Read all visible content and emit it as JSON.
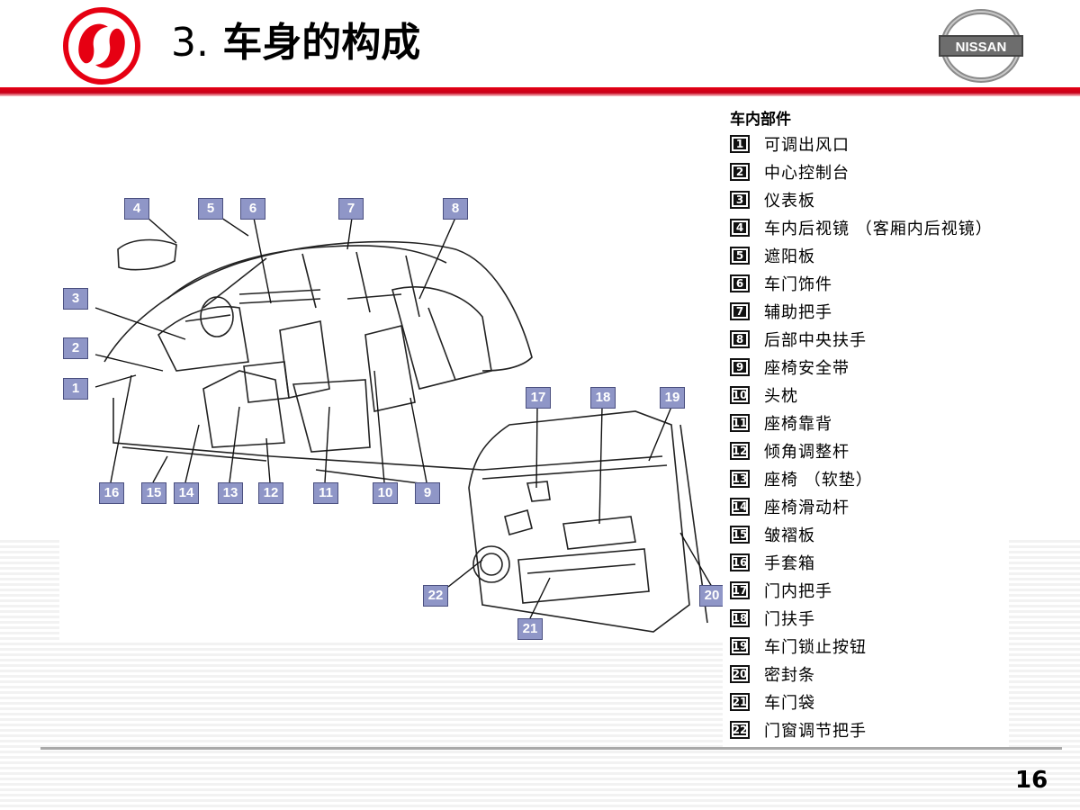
{
  "header": {
    "title_number": "3.",
    "title_text": "车身的构成",
    "right_logo_text": "NISSAN"
  },
  "colors": {
    "accent_red": "#e60012",
    "callout_fill": "#8f96c7"
  },
  "diagram": {
    "callouts": [
      "1",
      "2",
      "3",
      "4",
      "5",
      "6",
      "7",
      "8",
      "9",
      "10",
      "11",
      "12",
      "13",
      "14",
      "15",
      "16",
      "17",
      "18",
      "19",
      "20",
      "21",
      "22"
    ]
  },
  "legend": {
    "title": "车内部件",
    "items": [
      {
        "num": "1",
        "label": "可调出风口"
      },
      {
        "num": "2",
        "label": "中心控制台"
      },
      {
        "num": "3",
        "label": "仪表板"
      },
      {
        "num": "4",
        "label": "车内后视镜 （客厢内后视镜）"
      },
      {
        "num": "5",
        "label": "遮阳板"
      },
      {
        "num": "6",
        "label": "车门饰件"
      },
      {
        "num": "7",
        "label": "辅助把手"
      },
      {
        "num": "8",
        "label": "后部中央扶手"
      },
      {
        "num": "9",
        "label": "座椅安全带"
      },
      {
        "num": "10",
        "label": "头枕"
      },
      {
        "num": "11",
        "label": "座椅靠背"
      },
      {
        "num": "12",
        "label": "倾角调整杆"
      },
      {
        "num": "13",
        "label": "座椅 （软垫）"
      },
      {
        "num": "14",
        "label": "座椅滑动杆"
      },
      {
        "num": "15",
        "label": "皱褶板"
      },
      {
        "num": "16",
        "label": "手套箱"
      },
      {
        "num": "17",
        "label": "门内把手"
      },
      {
        "num": "18",
        "label": "门扶手"
      },
      {
        "num": "19",
        "label": "车门锁止按钮"
      },
      {
        "num": "20",
        "label": "密封条"
      },
      {
        "num": "21",
        "label": "车门袋"
      },
      {
        "num": "22",
        "label": "门窗调节把手"
      }
    ]
  },
  "footer": {
    "page_number": "16"
  }
}
